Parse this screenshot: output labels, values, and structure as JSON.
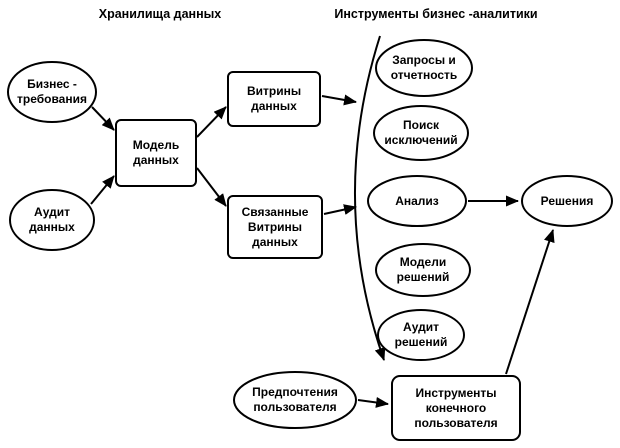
{
  "diagram": {
    "headers": {
      "left": "Хранилища данных",
      "right": "Инструменты бизнес -аналитики"
    },
    "nodes": {
      "business_requirements": "Бизнес -\nтребования",
      "data_audit": "Аудит\nданных",
      "data_model": "Модель\nданных",
      "data_marts": "Витрины\nданных",
      "linked_data_marts": "Связанные\nВитрины\nданных",
      "queries_reporting": "Запросы и\nотчетность",
      "exception_search": "Поиск\nисключений",
      "analysis": "Анализ",
      "decision_models": "Модели\nрешений",
      "decision_audit": "Аудит\nрешений",
      "decisions": "Решения",
      "user_preferences": "Предпочтения\nпользователя",
      "end_user_tools": "Инструменты\nконечного\nпользователя"
    },
    "colors": {
      "ink": "#000000",
      "background": "#ffffff"
    }
  }
}
